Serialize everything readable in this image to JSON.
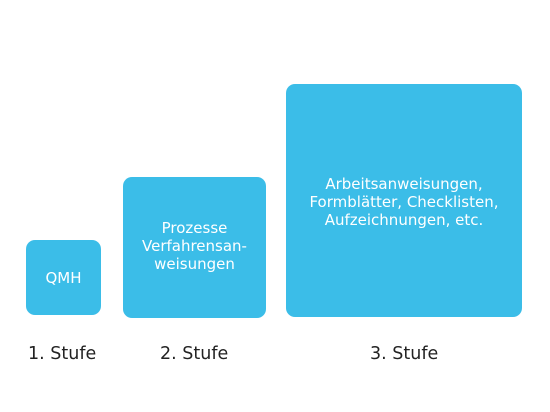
{
  "colors": {
    "box_fill": "#3bbde8",
    "box_text": "#ffffff",
    "label_text": "#222222"
  },
  "levels": [
    {
      "box_lines": [
        "QMH"
      ],
      "label": "1. Stufe"
    },
    {
      "box_lines": [
        "Prozesse",
        "Verfahrensan-",
        "weisungen"
      ],
      "label": "2. Stufe"
    },
    {
      "box_lines": [
        "Arbeitsanweisungen,",
        "Formblätter, Checklisten,",
        "Aufzeichnungen, etc."
      ],
      "label": "3. Stufe"
    }
  ]
}
